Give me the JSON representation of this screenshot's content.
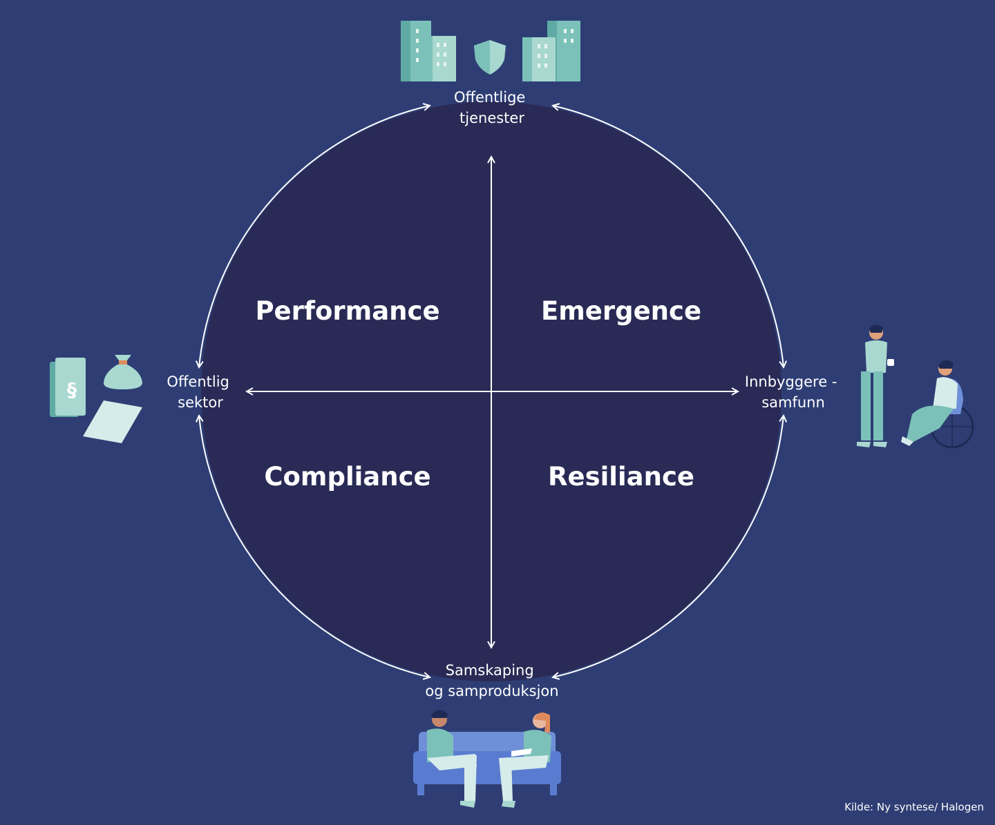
{
  "colors": {
    "background": "#2e3e74",
    "circle": "#2a2a56",
    "lines": "#ffffff",
    "figure_light": "#a9d8d0",
    "figure_dark": "#5faaa4",
    "sofa": "#6f8fd8"
  },
  "poles": {
    "top": {
      "line1": "Offentlige",
      "line2": "tjenester"
    },
    "bottom": {
      "line1": "Samskaping",
      "line2": "og samproduksjon"
    },
    "left": {
      "line1": "Offentlig",
      "line2": "sektor"
    },
    "right": {
      "line1": "Innbyggere -",
      "line2": "samfunn"
    }
  },
  "quadrants": {
    "top_left": "Performance",
    "top_right": "Emergence",
    "bottom_left": "Compliance",
    "bottom_right": "Resiliance"
  },
  "icons": {
    "top": "city-buildings-shield-icon",
    "left": "law-book-money-bag-document-icon",
    "right": "caregiver-wheelchair-user-icon",
    "bottom": "people-on-sofa-icon"
  },
  "source": "Kilde: Ny syntese/ Halogen"
}
